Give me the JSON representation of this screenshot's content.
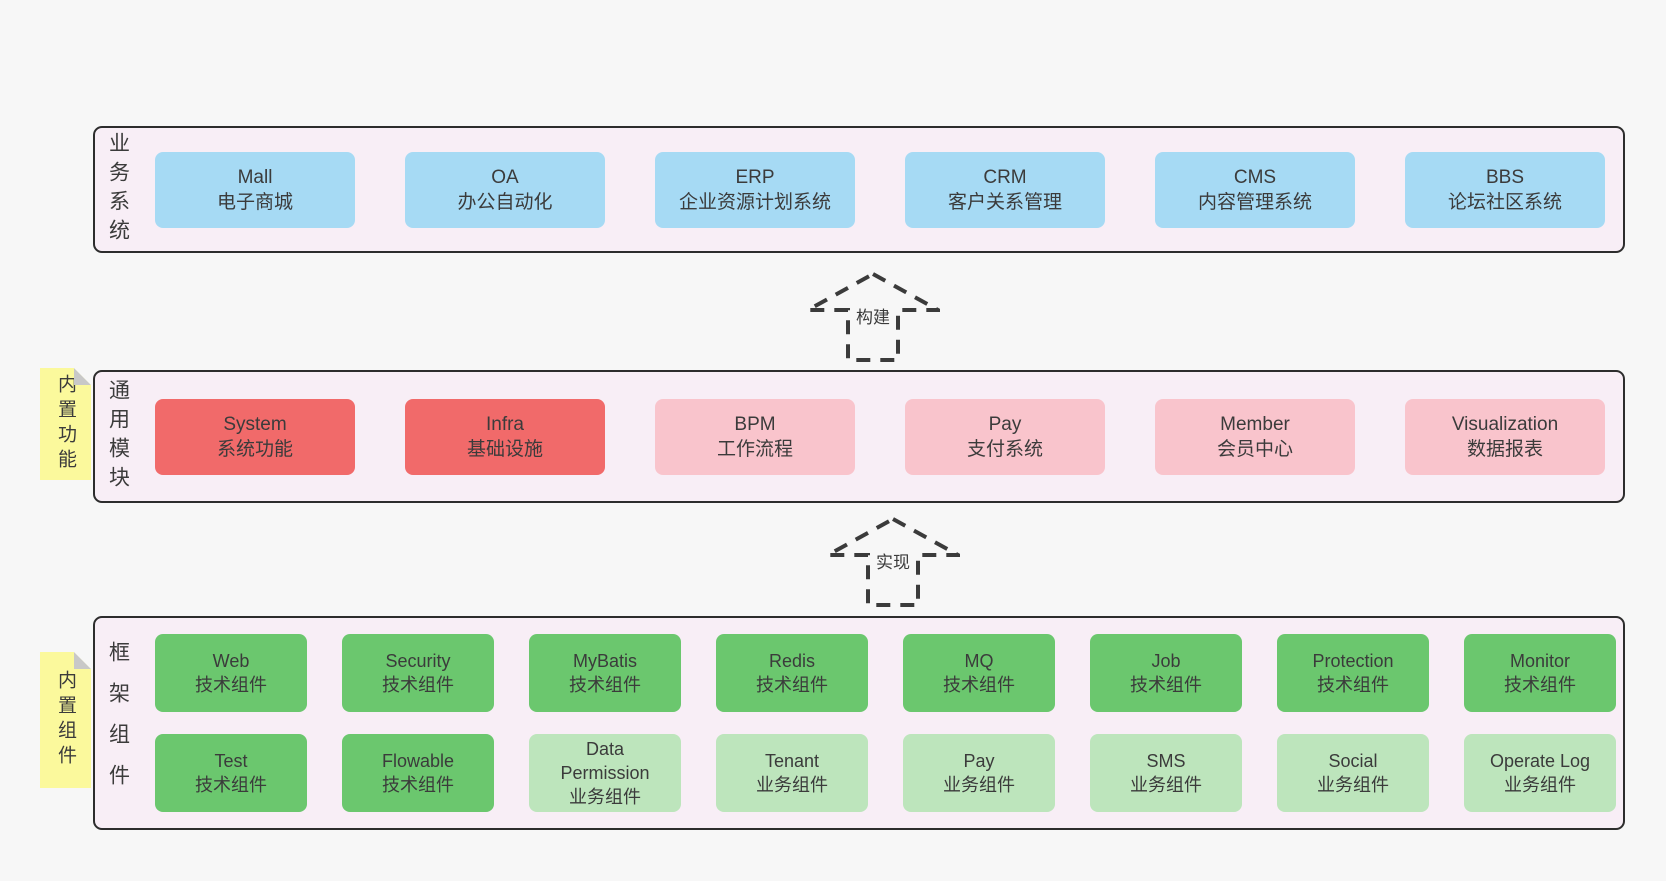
{
  "colors": {
    "page-bg": "#f7f7f7",
    "band-bg": "#f8eef6",
    "band-border": "#2d2d2d",
    "text": "#3b3b3b",
    "blue": "#a6daf4",
    "red": "#f16a6a",
    "pink": "#f9c4cc",
    "green": "#6bc76e",
    "lightgreen": "#bde5bc",
    "yellow": "#fbf99c",
    "fold": "#c8c8c8",
    "arrow": "#3b3b3b"
  },
  "diagram": {
    "business_band": {
      "label": "业务系统",
      "boxes": [
        {
          "name": "Mall",
          "desc": "电子商城"
        },
        {
          "name": "OA",
          "desc": "办公自动化"
        },
        {
          "name": "ERP",
          "desc": "企业资源计划系统"
        },
        {
          "name": "CRM",
          "desc": "客户关系管理"
        },
        {
          "name": "CMS",
          "desc": "内容管理系统"
        },
        {
          "name": "BBS",
          "desc": "论坛社区系统"
        }
      ]
    },
    "build_arrow": {
      "label": "构建"
    },
    "common_band": {
      "label": "通用模块",
      "sticky": "内置功能",
      "boxes": [
        {
          "name": "System",
          "desc": "系统功能"
        },
        {
          "name": "Infra",
          "desc": "基础设施"
        },
        {
          "name": "BPM",
          "desc": "工作流程"
        },
        {
          "name": "Pay",
          "desc": "支付系统"
        },
        {
          "name": "Member",
          "desc": "会员中心"
        },
        {
          "name": "Visualization",
          "desc": "数据报表"
        }
      ]
    },
    "implement_arrow": {
      "label": "实现"
    },
    "framework_band": {
      "label": "框架组件",
      "sticky": "内置组件",
      "row1": [
        {
          "name": "Web",
          "desc": "技术组件"
        },
        {
          "name": "Security",
          "desc": "技术组件"
        },
        {
          "name": "MyBatis",
          "desc": "技术组件"
        },
        {
          "name": "Redis",
          "desc": "技术组件"
        },
        {
          "name": "MQ",
          "desc": "技术组件"
        },
        {
          "name": "Job",
          "desc": "技术组件"
        },
        {
          "name": "Protection",
          "desc": "技术组件"
        },
        {
          "name": "Monitor",
          "desc": "技术组件"
        }
      ],
      "row2": [
        {
          "name": "Test",
          "desc": "技术组件"
        },
        {
          "name": "Flowable",
          "desc": "技术组件"
        },
        {
          "name": "Data Permission",
          "desc": "业务组件"
        },
        {
          "name": "Tenant",
          "desc": "业务组件"
        },
        {
          "name": "Pay",
          "desc": "业务组件"
        },
        {
          "name": "SMS",
          "desc": "业务组件"
        },
        {
          "name": "Social",
          "desc": "业务组件"
        },
        {
          "name": "Operate Log",
          "desc": "业务组件"
        }
      ]
    }
  }
}
